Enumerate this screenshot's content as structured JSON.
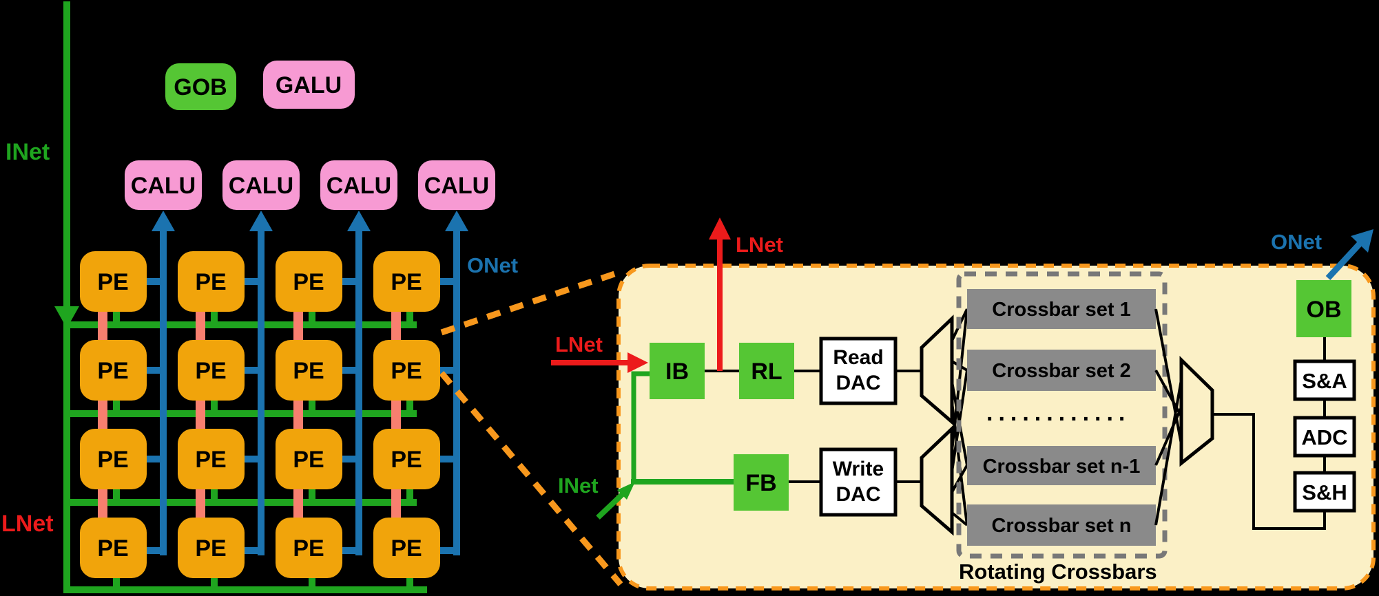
{
  "left": {
    "inet": "INet",
    "lnet": "LNet",
    "onet": "ONet",
    "gob": "GOB",
    "galu": "GALU",
    "calu": "CALU",
    "pe": "PE"
  },
  "panel": {
    "lnet_up": "LNet",
    "lnet_in": "LNet",
    "inet_in": "INet",
    "onet_out": "ONet",
    "ib": "IB",
    "rl": "RL",
    "fb": "FB",
    "ob": "OB",
    "read_dac": [
      "Read",
      "DAC"
    ],
    "write_dac": [
      "Write",
      "DAC"
    ],
    "sets": [
      "Crossbar set 1",
      "Crossbar set 2",
      "Crossbar set n-1",
      "Crossbar set n"
    ],
    "dots": "............",
    "rotating": "Rotating Crossbars",
    "sa": "S&A",
    "adc": "ADC",
    "sh": "S&H"
  },
  "colors": {
    "pe_orange": "#F1A40B",
    "pink": "#F79AD3",
    "box_green": "#55C634",
    "wire_green": "#1FA51F",
    "wire_blue": "#1B73AF",
    "wire_red": "#EC1B1B",
    "salmon": "#F87F6F",
    "panel_cream": "#FBF0C6",
    "panel_border_orange": "#F8981D",
    "crossbar_gray": "#8A8A8A",
    "dash_gray": "#787878",
    "background": "#000000"
  }
}
